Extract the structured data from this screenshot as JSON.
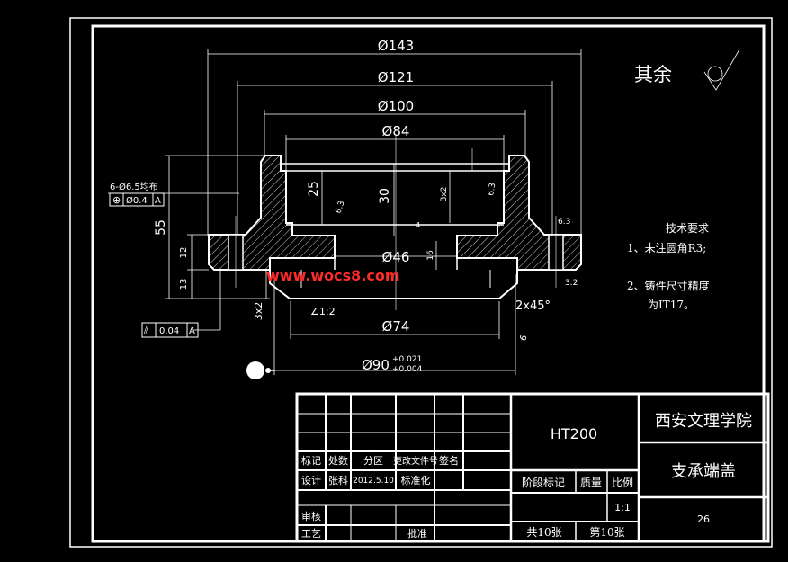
{
  "drawing": {
    "roughness_label": "其余",
    "dimensions": {
      "d143": "Ø143",
      "d121": "Ø121",
      "d100": "Ø100",
      "d84": "Ø84",
      "d46": "Ø46",
      "d74": "Ø74",
      "d90": "Ø90",
      "d90_tol_upper": "+0.021",
      "d90_tol_lower": "+0.004",
      "h25": "25",
      "h30": "30",
      "h55": "55",
      "h12": "12",
      "h13": "13",
      "h16": "16",
      "h3x2_left": "3x2",
      "h3x2_inner": "3x2",
      "chamfer": "2x45°",
      "taper": "∠1:2",
      "holes_note": "6-Ø6.5均布",
      "position_tol_symbol": "⊕",
      "position_tol_value": "Ø0.4",
      "position_tol_datum": "A",
      "runout_symbol": "⫽",
      "runout_value": "0.04",
      "runout_datum": "A",
      "rough_6_3_a": "6.3",
      "rough_6_3_b": "6.3",
      "rough_6_3_c": "6.3",
      "rough_3_2": "3.2",
      "rough_6": "6",
      "inner_4": "4"
    },
    "tech_requirements": {
      "title": "技术要求",
      "item1": "1、未注圆角R3;",
      "item2": "2、铸件尺寸精度",
      "item2b": "为IT17。"
    },
    "watermark": "www.wocs8.com"
  },
  "title_block": {
    "material": "HT200",
    "school": "西安文理学院",
    "part_name": "支承端盖",
    "drawing_no": "26",
    "stage_label": "阶段标记",
    "weight_label": "质量",
    "scale_label": "比例",
    "scale_value": "1:1",
    "sheets_total": "共10张",
    "sheet_no": "第10张",
    "rev_headers": [
      "标记",
      "处数",
      "分区",
      "更改文件号",
      "签名"
    ],
    "design_label": "设计",
    "designer_name": "张科",
    "design_date": "2012.5.10",
    "standard_label": "标准化",
    "review_label": "审核",
    "process_label": "工艺",
    "approve_label": "批准"
  }
}
